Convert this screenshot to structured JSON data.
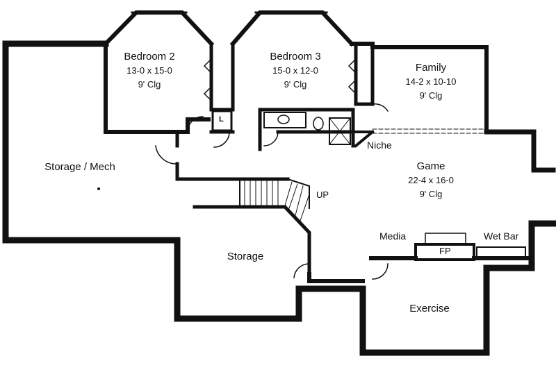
{
  "rooms": {
    "bedroom2": {
      "name": "Bedroom 2",
      "dim": "13-0 x 15-0",
      "clg": "9' Clg"
    },
    "bedroom3": {
      "name": "Bedroom 3",
      "dim": "15-0 x 12-0",
      "clg": "9' Clg"
    },
    "family": {
      "name": "Family",
      "dim": "14-2 x 10-10",
      "clg": "9' Clg"
    },
    "game": {
      "name": "Game",
      "dim": "22-4 x 16-0",
      "clg": "9' Clg"
    },
    "storage_mech": {
      "name": "Storage / Mech"
    },
    "storage": {
      "name": "Storage"
    },
    "exercise": {
      "name": "Exercise"
    }
  },
  "labels": {
    "niche": "Niche",
    "up": "UP",
    "media": "Media",
    "wet_bar": "Wet Bar",
    "fp": "FP",
    "linen": "L"
  },
  "colors": {
    "wall": "#111111",
    "background": "#ffffff"
  }
}
